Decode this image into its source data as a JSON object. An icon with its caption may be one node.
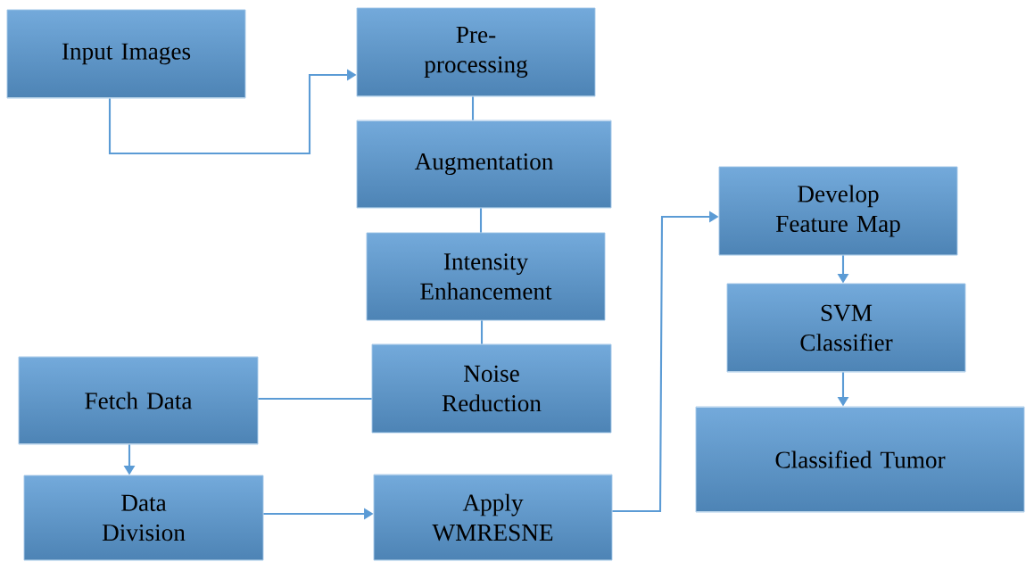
{
  "diagram": {
    "nodes": [
      {
        "text": [
          "Input Images"
        ]
      },
      {
        "text": [
          "Pre-processing"
        ]
      },
      {
        "text": [
          "Augmentation"
        ]
      },
      {
        "text": [
          "Intensity Enhancement"
        ]
      },
      {
        "text": [
          "Noise Reduction"
        ]
      },
      {
        "text": [
          "Fetch Data"
        ]
      },
      {
        "text": [
          "Data Division"
        ]
      },
      {
        "text": [
          "Apply WMRESNE"
        ]
      },
      {
        "text": [
          "Develop Feature Map"
        ]
      },
      {
        "text": [
          "SVM Classifier"
        ]
      },
      {
        "text": [
          "Classified Tumor"
        ]
      }
    ],
    "edges": [
      {
        "from": 0,
        "to": 1,
        "arrow": "to"
      },
      {
        "from": 1,
        "to": 2,
        "arrow": "none"
      },
      {
        "from": 2,
        "to": 3,
        "arrow": "none"
      },
      {
        "from": 3,
        "to": 4,
        "arrow": "none"
      },
      {
        "from": 4,
        "to": 5,
        "arrow": "none"
      },
      {
        "from": 5,
        "to": 6,
        "arrow": "to"
      },
      {
        "from": 6,
        "to": 7,
        "arrow": "to"
      },
      {
        "from": 7,
        "to": 8,
        "arrow": "to"
      },
      {
        "from": 8,
        "to": 9,
        "arrow": "to"
      },
      {
        "from": 9,
        "to": 10,
        "arrow": "to"
      }
    ]
  }
}
